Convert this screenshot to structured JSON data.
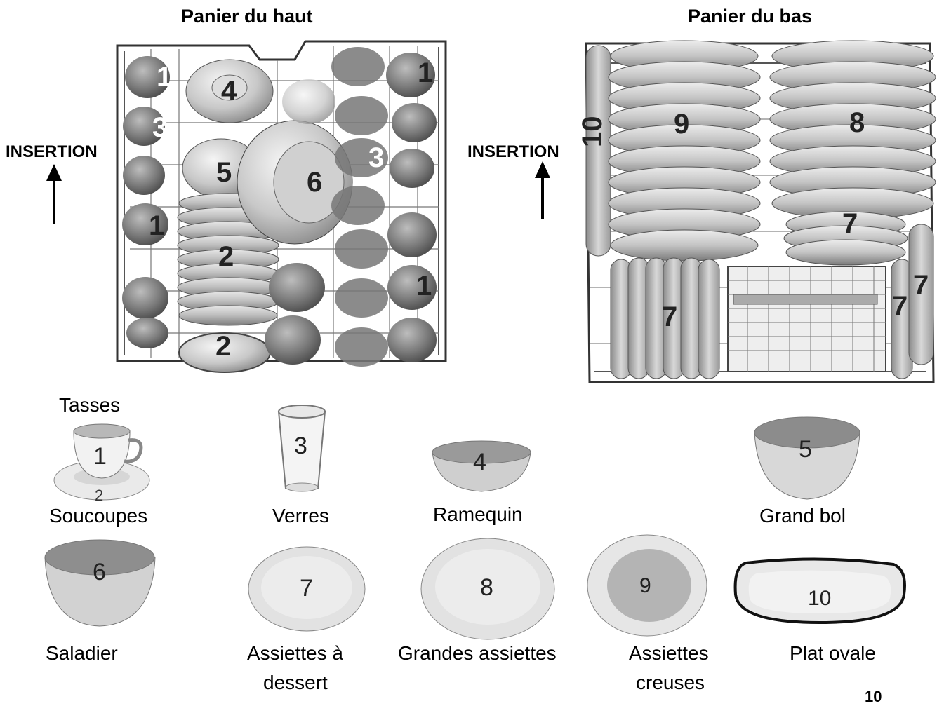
{
  "upper_basket": {
    "title": "Panier du haut",
    "insertion_label": "INSERTION",
    "markers": [
      "1",
      "4",
      "1",
      "3",
      "3",
      "5",
      "6",
      "1",
      "2",
      "1",
      "2"
    ]
  },
  "lower_basket": {
    "title": "Panier du bas",
    "insertion_label": "INSERTION",
    "markers": [
      "10",
      "9",
      "8",
      "7",
      "7",
      "7",
      "7"
    ]
  },
  "legend": {
    "cups_title": "Tasses",
    "items": [
      {
        "num": "1",
        "num2": "2",
        "label": "Soucoupes"
      },
      {
        "num": "3",
        "label": "Verres"
      },
      {
        "num": "4",
        "label": "Ramequin"
      },
      {
        "num": "5",
        "label": "Grand bol"
      },
      {
        "num": "6",
        "label": "Saladier"
      },
      {
        "num": "7",
        "label_line1": "Assiettes à",
        "label_line2": "dessert"
      },
      {
        "num": "8",
        "label": "Grandes assiettes"
      },
      {
        "num": "9",
        "label_line1": "Assiettes",
        "label_line2": "creuses"
      },
      {
        "num": "10",
        "label": "Plat ovale"
      }
    ]
  },
  "page_number": "10"
}
